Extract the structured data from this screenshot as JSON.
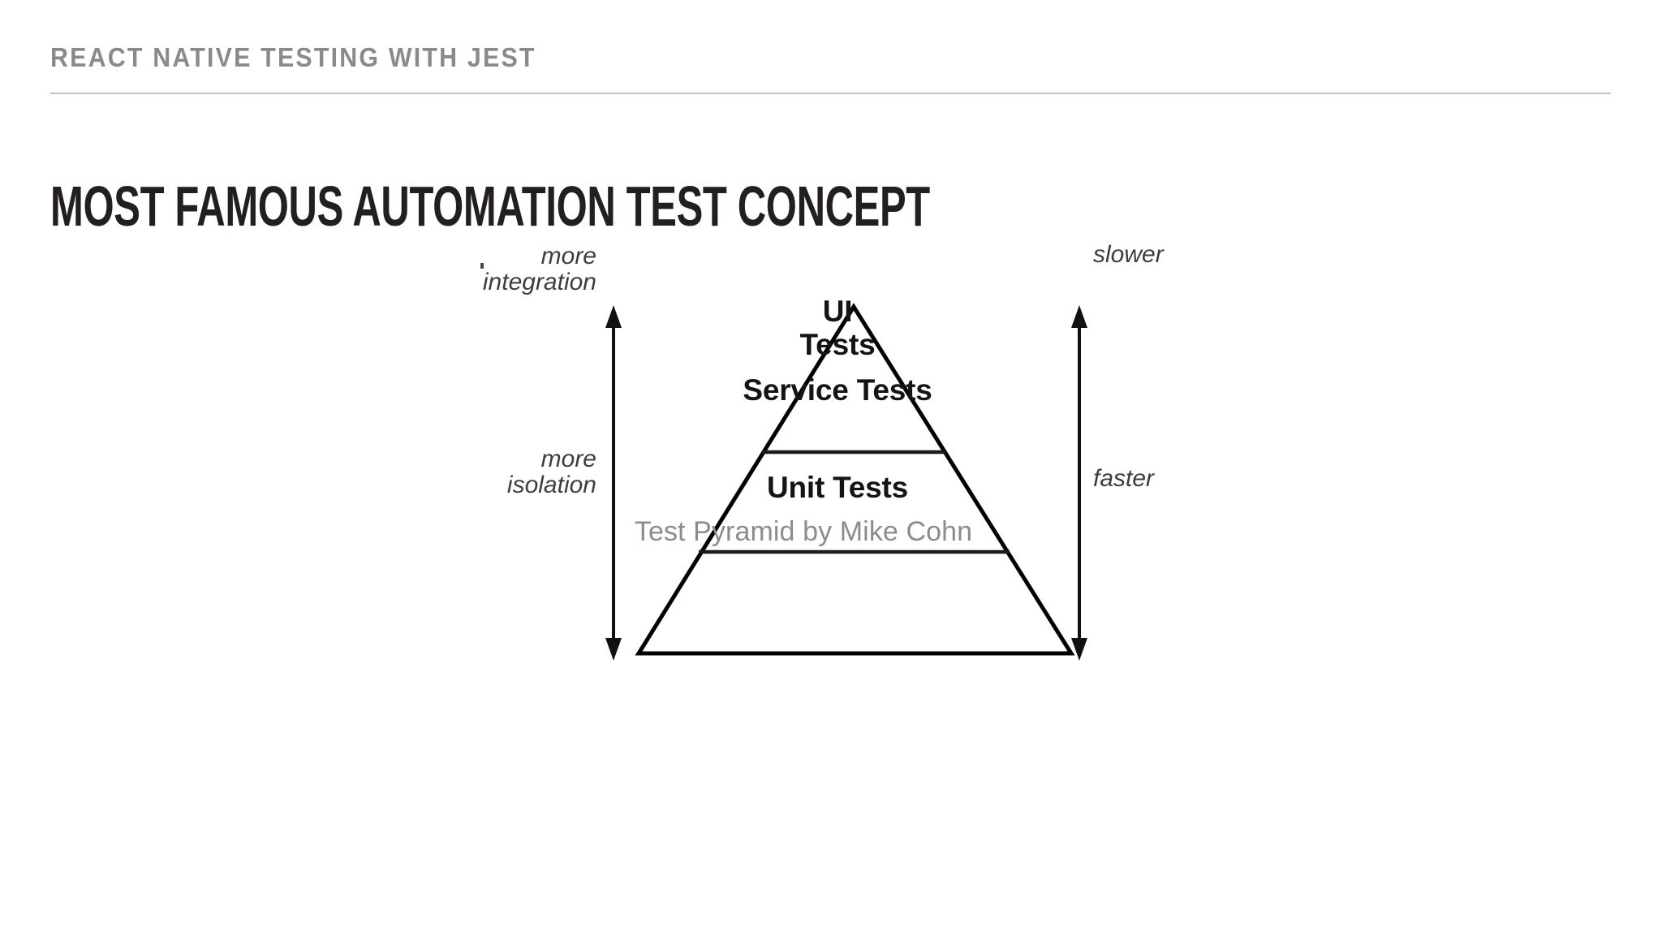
{
  "header": {
    "eyebrow": "REACT NATIVE TESTING WITH JEST"
  },
  "title": "MOST FAMOUS AUTOMATION TEST CONCEPT",
  "figure": {
    "caption": "Test Pyramid by Mike Cohn",
    "tiers": [
      {
        "id": "ui",
        "label": "UI\nTests"
      },
      {
        "id": "service",
        "label": "Service Tests"
      },
      {
        "id": "unit",
        "label": "Unit Tests"
      }
    ],
    "left_axis": {
      "top_label": "more\nintegration",
      "bottom_label": "more\nisolation"
    },
    "right_axis": {
      "top_label": "slower",
      "bottom_label": "faster"
    }
  },
  "colors": {
    "background": "#ffffff",
    "eyebrow_text": "#8a8a8a",
    "header_rule": "#c4c4c4",
    "title_text": "#231f20",
    "diagram_stroke": "#000000",
    "axis_label_text": "#3d3d3d",
    "caption_text": "#8c8c8c"
  },
  "chart_data": {
    "type": "pyramid",
    "title": "Test Pyramid by Mike Cohn",
    "levels": [
      {
        "name": "UI Tests",
        "position": 1,
        "relative_width": 0.33
      },
      {
        "name": "Service Tests",
        "position": 2,
        "relative_width": 0.66
      },
      {
        "name": "Unit Tests",
        "position": 3,
        "relative_width": 1.0
      }
    ],
    "left_axis_label_top": "more integration",
    "left_axis_label_bottom": "more isolation",
    "right_axis_label_top": "slower",
    "right_axis_label_bottom": "faster",
    "legend": "none",
    "grid": false
  }
}
